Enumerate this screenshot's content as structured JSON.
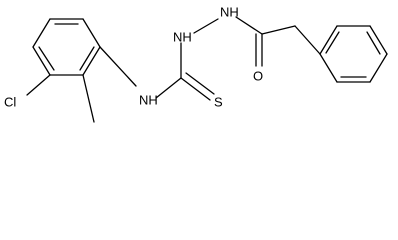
{
  "atoms": {
    "cl": "Cl",
    "methyl_carbon": "",
    "nh_aryl": "NH",
    "s": "S",
    "nh_upper": "NH",
    "nh_hydrazide": "NH",
    "o": "O"
  }
}
